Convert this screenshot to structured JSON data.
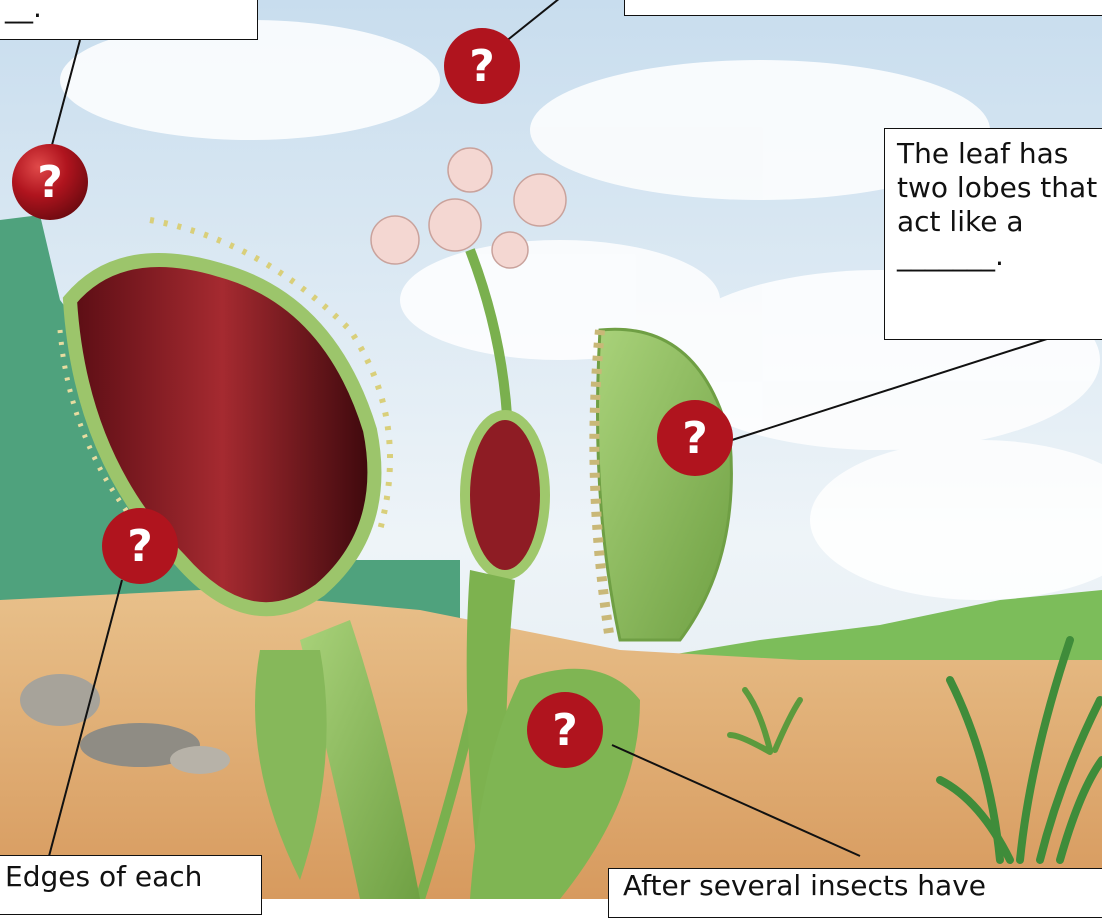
{
  "callouts": {
    "top_left": "__.",
    "top_right": "",
    "right": "The leaf has\ntwo lobes that\nact like a\n_______.",
    "bottom_left": "Edges of each",
    "bottom_right": "After several insects have"
  },
  "hotspots": [
    {
      "id": "hotspot-top-left",
      "glyph": "?"
    },
    {
      "id": "hotspot-top-center",
      "glyph": "?"
    },
    {
      "id": "hotspot-leaf-edge",
      "glyph": "?"
    },
    {
      "id": "hotspot-trap-lobe",
      "glyph": "?"
    },
    {
      "id": "hotspot-trap-base",
      "glyph": "?"
    }
  ],
  "colors": {
    "hotspot_fill": "#a5121c",
    "sky": "#dce9f2",
    "ground": "#e0b47a",
    "plant_green": "#8fbf5a",
    "trap_red": "#7a1620"
  }
}
